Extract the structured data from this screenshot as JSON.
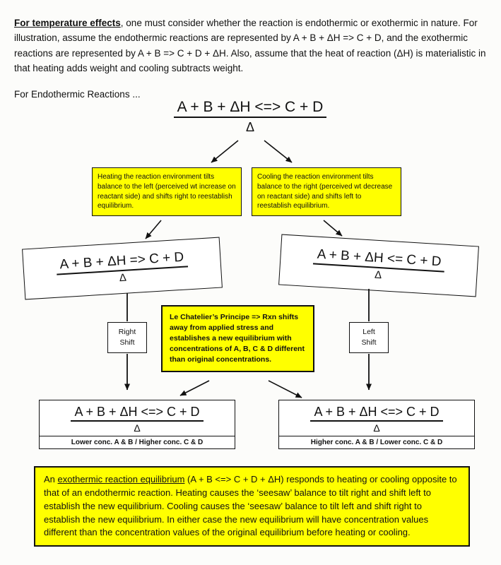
{
  "colors": {
    "highlight": "#ffff00",
    "ink": "#111111",
    "paper": "#fcfcfa"
  },
  "intro": {
    "lead": "For temperature effects",
    "body": ", one must consider whether the reaction is endothermic or exothermic in nature. For illustration, assume the endothermic reactions are represented by A + B + ΔH => C + D, and the exothermic reactions are represented by A + B => C + D + ΔH. Also, assume that the heat of reaction (ΔH) is materialistic in that heating adds weight and cooling subtracts weight.",
    "section_label": "For Endothermic Reactions ..."
  },
  "equations": {
    "balanced": {
      "formula": "A + B + ΔH <=> C + D",
      "fulcrum": "Δ"
    },
    "heated": {
      "formula": "A + B + ΔH => C + D",
      "fulcrum": "Δ"
    },
    "cooled": {
      "formula": "A + B + ΔH <= C + D",
      "fulcrum": "Δ"
    },
    "result_heating": {
      "formula": "A + B + ΔH <=> C + D",
      "fulcrum": "Δ",
      "caption": "Lower conc. A & B / Higher conc. C & D"
    },
    "result_cooling": {
      "formula": "A + B + ΔH <=> C + D",
      "fulcrum": "Δ",
      "caption": "Higher conc. A & B / Lower conc. C & D"
    }
  },
  "notes": {
    "heating": "Heating the reaction environment tilts balance to the left  (perceived wt increase on reactant side) and shifts right to reestablish equilibrium.",
    "cooling": "Cooling the reaction environment tilts balance to the right (perceived wt decrease on reactant side) and shifts left to reestablish equilibrium.",
    "le_chatelier": "Le Chatelier’s Principe => Rxn shifts away from applied stress and establishes a new equilibrium with concentrations of A, B, C & D different than original concentrations."
  },
  "shifts": {
    "right": "Right\nShift",
    "left": "Left\nShift"
  },
  "exothermic": {
    "prefix": "An ",
    "underlined": "exothermic reaction equilibrium",
    "rest": " (A + B <=> C + D + ΔH) responds to heating or cooling opposite to that of an endothermic reaction. Heating causes the ‘seesaw’ balance to tilt right and shift left to establish the new equilibrium. Cooling causes the ‘seesaw’ balance to tilt left and shift right to establish the new equilibrium. In either case the new equilibrium will have concentration values different than the concentration values of the original equilibrium before heating or cooling."
  }
}
